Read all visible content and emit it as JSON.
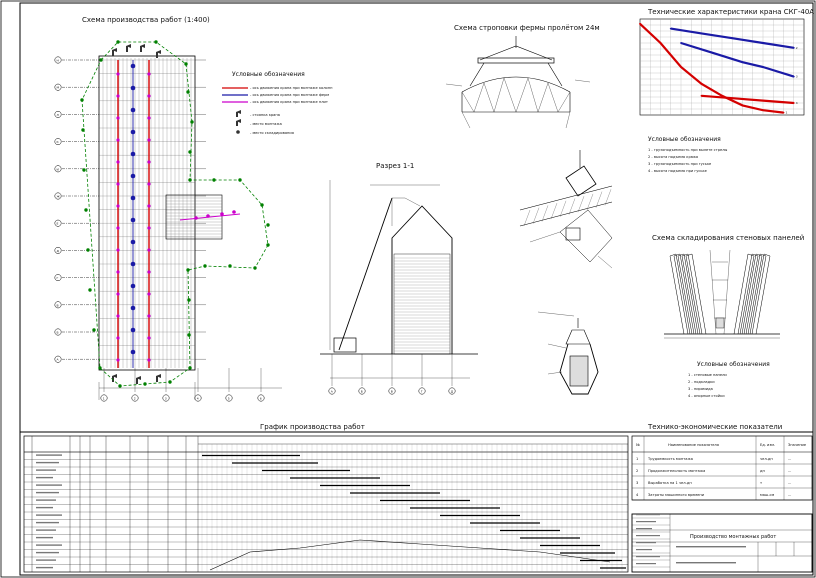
{
  "scheme_title": "Схема производства работ (1:400)",
  "truss_title": "Схема строповки фермы пролётом 24м",
  "crane_chart_title": "Технические характеристики крана СКГ-40А",
  "section_title": "Разрез 1-1",
  "legend_title": "Условные обозначения",
  "legend_items": [
    "- ось движения крана при монтаже колонн",
    "- ось движения крана при монтаже ферм",
    "- ось движения крана при монтаже плит",
    "- стоянка крана",
    "- место монтажа",
    "- место складирования"
  ],
  "crane_legend_title": "Условные обозначения",
  "crane_legend_items": [
    "1 - грузоподъемность при вылете стрелы",
    "2 - высота подъема крюка",
    "3 - грузоподъемность при гуське",
    "4 - высота подъема при гуське"
  ],
  "storage_title": "Схема складирования стеновых панелей",
  "storage_legend_title": "Условные обозначения",
  "storage_legend_items": [
    "1 - стеновые панели",
    "2 - подкладки",
    "3 - пирамида",
    "4 - опорные стойки"
  ],
  "schedule_title": "График производства работ",
  "tep_title": "Технико-экономические показатели",
  "tep_headers": [
    "№",
    "Наименование показателя",
    "Ед. изм.",
    "Значение"
  ],
  "tep_rows": [
    [
      "1",
      "Трудоемкость монтажа",
      "чел-дн",
      "..."
    ],
    [
      "2",
      "Продолжительность монтажа",
      "дн",
      "..."
    ],
    [
      "3",
      "Выработка на 1 чел-дн",
      "т",
      "..."
    ],
    [
      "4",
      "Затраты машинного времени",
      "маш-см",
      "..."
    ]
  ],
  "stamp_main": "Производство монтажных работ",
  "colors": {
    "red": "#d40000",
    "blue": "#1a1aa6",
    "magenta": "#cc00cc",
    "green": "#008000",
    "line": "#000000"
  },
  "axis_letters": [
    "А",
    "Б",
    "В",
    "Г",
    "Д",
    "Е",
    "Ж",
    "И",
    "К",
    "Л",
    "М",
    "Н"
  ],
  "axis_numbers": [
    "1",
    "2",
    "3",
    "4",
    "5",
    "6"
  ],
  "section_axes": [
    "А",
    "Б",
    "В",
    "Г",
    "Д"
  ],
  "chart_data": {
    "type": "line",
    "series": [
      {
        "name": "1",
        "color": "#d40000",
        "values": [
          [
            0,
            38
          ],
          [
            1,
            30
          ],
          [
            2,
            20
          ],
          [
            3,
            13
          ],
          [
            4,
            8
          ],
          [
            5,
            4
          ],
          [
            6,
            2
          ],
          [
            7,
            1
          ]
        ]
      },
      {
        "name": "2",
        "color": "#1a1aa6",
        "values": [
          [
            1.5,
            36
          ],
          [
            3,
            34
          ],
          [
            4.5,
            32
          ],
          [
            6,
            30
          ],
          [
            7.5,
            28
          ]
        ]
      },
      {
        "name": "3",
        "color": "#1a1aa6",
        "values": [
          [
            2,
            30
          ],
          [
            3.5,
            26
          ],
          [
            5,
            22
          ],
          [
            6,
            20
          ],
          [
            7.5,
            16
          ]
        ]
      },
      {
        "name": "4",
        "color": "#d40000",
        "values": [
          [
            3,
            8
          ],
          [
            4.5,
            7
          ],
          [
            6,
            6
          ],
          [
            7.5,
            5
          ]
        ]
      }
    ],
    "xlim": [
      0,
      8
    ],
    "ylim": [
      0,
      40
    ]
  }
}
